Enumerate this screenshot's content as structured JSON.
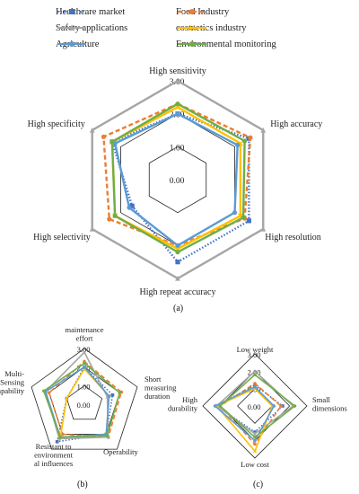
{
  "colors": {
    "Healthcare market": "#4472c4",
    "Food Industry": "#ed7d31",
    "Safety applications": "#a5a5a5",
    "cosmetics industry": "#ffc000",
    "Agriculture": "#5b9bd5",
    "Environmental monitoring": "#70ad47"
  },
  "legend": {
    "items": [
      {
        "name": "Healthcare market",
        "style": "dotted",
        "marker": "square"
      },
      {
        "name": "Food Industry",
        "style": "dashed",
        "marker": "circle"
      },
      {
        "name": "Safety applications",
        "style": "solid",
        "marker": "triangle"
      },
      {
        "name": "cosmetics industry",
        "style": "solid",
        "marker": "x"
      },
      {
        "name": "Agriculture",
        "style": "solid",
        "marker": "circle"
      },
      {
        "name": "Environmental monitoring",
        "style": "solid",
        "marker": "circle"
      }
    ]
  },
  "panels": {
    "a": "(a)",
    "b": "(b)",
    "c": "(c)"
  },
  "chart_data": [
    {
      "type": "radar",
      "axes": [
        "High sensitivity",
        "High accuracy",
        "High resolution",
        "High repeat accuracy",
        "High selectivity",
        "High specificity"
      ],
      "tick_labels": [
        "0.00",
        "1.00",
        "2.00",
        "3.00"
      ],
      "range": [
        0,
        3
      ],
      "series": [
        {
          "name": "Healthcare market",
          "values": [
            2.0,
            2.5,
            2.5,
            2.5,
            1.6,
            2.3
          ]
        },
        {
          "name": "Food Industry",
          "values": [
            2.3,
            2.55,
            2.35,
            2.0,
            2.4,
            2.6
          ]
        },
        {
          "name": "Safety applications",
          "values": [
            3.0,
            3.0,
            3.0,
            3.0,
            3.0,
            3.0
          ]
        },
        {
          "name": "cosmetics industry",
          "values": [
            2.2,
            2.2,
            2.2,
            2.1,
            2.2,
            2.3
          ]
        },
        {
          "name": "Agriculture",
          "values": [
            2.0,
            2.1,
            2.0,
            2.0,
            1.7,
            2.2
          ]
        },
        {
          "name": "Environmental monitoring",
          "values": [
            2.3,
            2.35,
            2.3,
            2.2,
            2.2,
            2.3
          ]
        }
      ]
    },
    {
      "type": "radar",
      "axes": [
        "maintenance effort",
        "Short measuring duration",
        "Operability",
        "Resistant to environment al influences",
        "Multi-Sensing capability"
      ],
      "tick_labels": [
        "0.00",
        "1.00",
        "2.00",
        "3.00"
      ],
      "range": [
        0,
        3
      ],
      "series": [
        {
          "name": "Healthcare market",
          "values": [
            2.0,
            1.6,
            2.0,
            2.5,
            1.0
          ]
        },
        {
          "name": "Food Industry",
          "values": [
            2.3,
            2.1,
            2.2,
            2.0,
            2.0
          ]
        },
        {
          "name": "Safety applications",
          "values": [
            2.8,
            1.3,
            2.2,
            2.3,
            2.2
          ]
        },
        {
          "name": "cosmetics industry",
          "values": [
            1.9,
            1.4,
            2.0,
            2.2,
            1.0
          ]
        },
        {
          "name": "Agriculture",
          "values": [
            2.0,
            1.4,
            2.0,
            2.2,
            2.2
          ]
        },
        {
          "name": "Environmental monitoring",
          "values": [
            2.2,
            2.0,
            2.1,
            2.2,
            2.3
          ]
        }
      ]
    },
    {
      "type": "radar",
      "axes": [
        "Low weight",
        "Small dimensions",
        "Low cost",
        "High durability"
      ],
      "tick_labels": [
        "0.00",
        "1.00",
        "2.00",
        "3.00"
      ],
      "range": [
        0,
        3
      ],
      "series": [
        {
          "name": "Healthcare market",
          "values": [
            1.2,
            1.6,
            1.5,
            2.2
          ]
        },
        {
          "name": "Food Industry",
          "values": [
            1.3,
            1.5,
            2.2,
            2.0
          ]
        },
        {
          "name": "Safety applications",
          "values": [
            2.0,
            2.2,
            1.6,
            2.2
          ]
        },
        {
          "name": "cosmetics industry",
          "values": [
            1.0,
            1.0,
            2.6,
            2.2
          ]
        },
        {
          "name": "Agriculture",
          "values": [
            1.1,
            1.1,
            2.0,
            2.3
          ]
        },
        {
          "name": "Environmental monitoring",
          "values": [
            1.8,
            2.3,
            1.8,
            2.0
          ]
        }
      ]
    }
  ]
}
